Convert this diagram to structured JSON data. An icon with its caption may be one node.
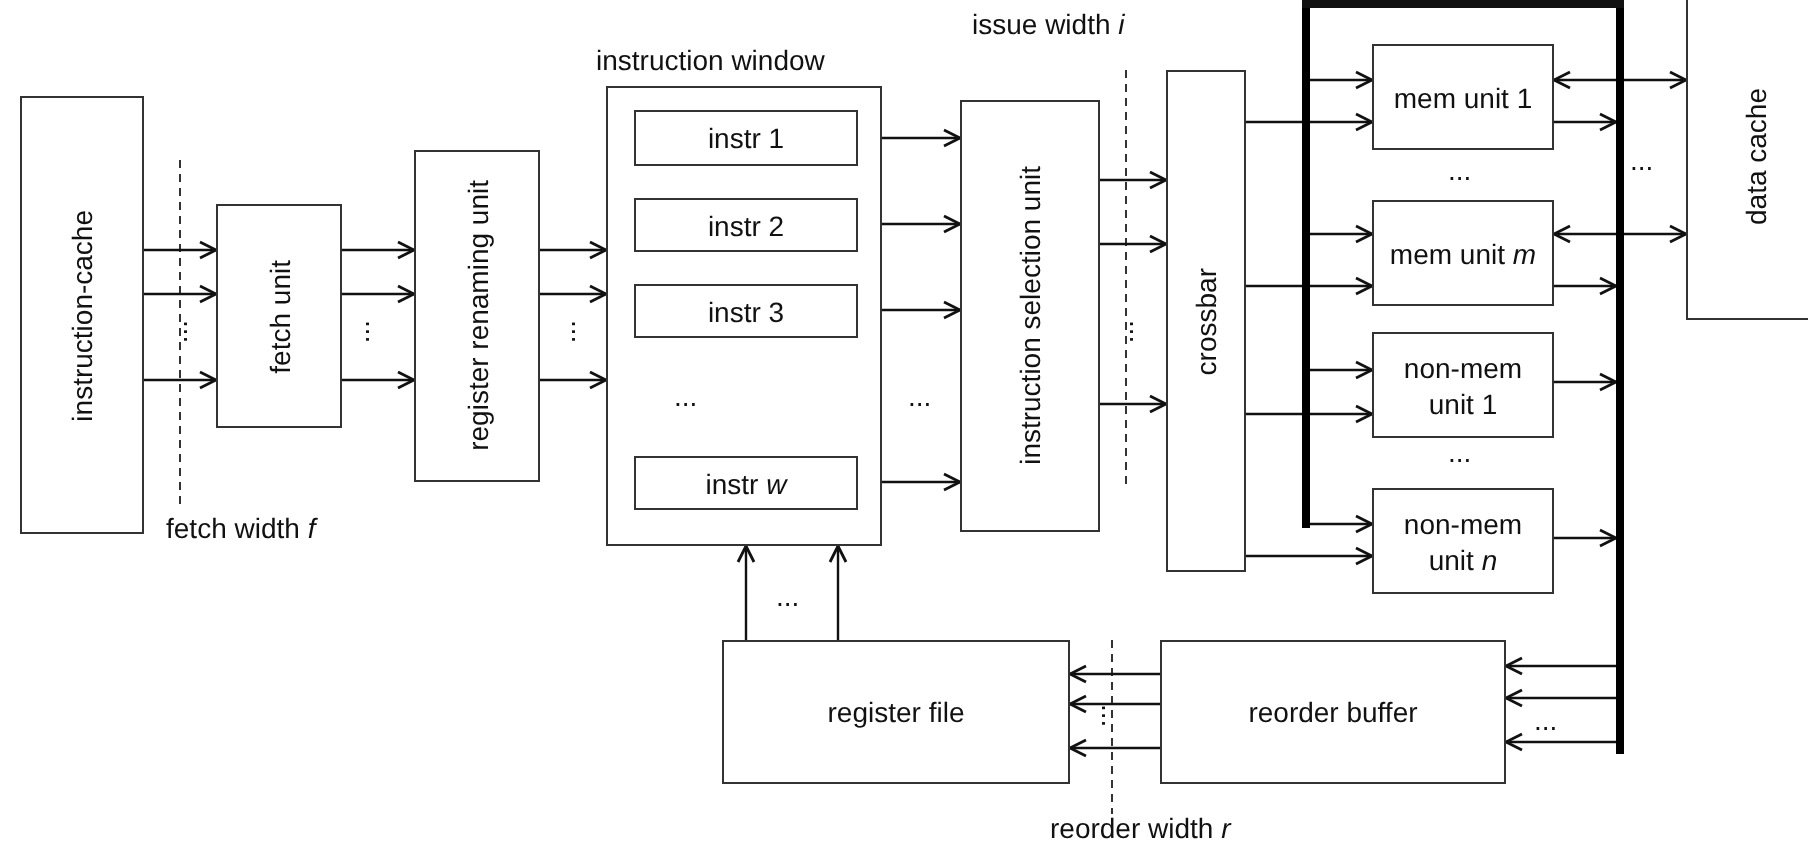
{
  "diagram": {
    "nodes": [
      {
        "text": [
          "instruction-cache"
        ]
      },
      {
        "text": [
          "fetch unit"
        ]
      },
      {
        "text": [
          "register renaming unit"
        ]
      },
      {
        "text": [
          "instruction window"
        ]
      },
      {
        "text": [
          "instr 1"
        ],
        "in": 3
      },
      {
        "text": [
          "instr 2"
        ],
        "in": 3
      },
      {
        "text": [
          "instr 3"
        ],
        "in": 3
      },
      {
        "text": [
          "instr *w*"
        ],
        "in": 3
      },
      {
        "text": [
          "instruction selection unit"
        ]
      },
      {
        "text": [
          "crossbar"
        ]
      },
      {
        "text": [],
        "shape": "bar"
      },
      {
        "text": [
          "mem unit 1"
        ]
      },
      {
        "text": [
          "mem unit *m*"
        ]
      },
      {
        "text": [
          "non-mem unit 1"
        ]
      },
      {
        "text": [
          "non-mem unit *n*"
        ]
      },
      {
        "text": [],
        "shape": "bar"
      },
      {
        "text": [
          "data cache"
        ]
      },
      {
        "text": [
          "register file"
        ]
      },
      {
        "text": [
          "reorder buffer"
        ]
      }
    ],
    "edges": [
      {
        "from": 0,
        "to": 1,
        "arrow": "to"
      },
      {
        "from": 0,
        "to": 1,
        "arrow": "to"
      },
      {
        "from": 0,
        "to": 1,
        "arrow": "to"
      },
      {
        "from": 1,
        "to": 2,
        "arrow": "to"
      },
      {
        "from": 1,
        "to": 2,
        "arrow": "to"
      },
      {
        "from": 1,
        "to": 2,
        "arrow": "to"
      },
      {
        "from": 2,
        "to": 3,
        "arrow": "to"
      },
      {
        "from": 2,
        "to": 3,
        "arrow": "to"
      },
      {
        "from": 2,
        "to": 3,
        "arrow": "to"
      },
      {
        "from": 4,
        "to": 8,
        "arrow": "to"
      },
      {
        "from": 5,
        "to": 8,
        "arrow": "to"
      },
      {
        "from": 6,
        "to": 8,
        "arrow": "to"
      },
      {
        "from": 7,
        "to": 8,
        "arrow": "to"
      },
      {
        "from": 8,
        "to": 9,
        "arrow": "to"
      },
      {
        "from": 8,
        "to": 9,
        "arrow": "to"
      },
      {
        "from": 8,
        "to": 9,
        "arrow": "to"
      },
      {
        "from": 10,
        "to": 11,
        "arrow": "to"
      },
      {
        "from": 10,
        "to": 12,
        "arrow": "to"
      },
      {
        "from": 10,
        "to": 13,
        "arrow": "to"
      },
      {
        "from": 10,
        "to": 14,
        "arrow": "to"
      },
      {
        "from": 9,
        "to": 11,
        "arrow": "to"
      },
      {
        "from": 9,
        "to": 12,
        "arrow": "to"
      },
      {
        "from": 9,
        "to": 13,
        "arrow": "to"
      },
      {
        "from": 9,
        "to": 14,
        "arrow": "to"
      },
      {
        "from": 11,
        "to": 15,
        "arrow": "to"
      },
      {
        "from": 12,
        "to": 15,
        "arrow": "to"
      },
      {
        "from": 13,
        "to": 15,
        "arrow": "to"
      },
      {
        "from": 14,
        "to": 15,
        "arrow": "to"
      },
      {
        "from": 11,
        "to": 16,
        "arrow": "both"
      },
      {
        "from": 12,
        "to": 16,
        "arrow": "both"
      },
      {
        "from": 15,
        "to": 18,
        "arrow": "to"
      },
      {
        "from": 15,
        "to": 18,
        "arrow": "to"
      },
      {
        "from": 15,
        "to": 18,
        "arrow": "to"
      },
      {
        "from": 18,
        "to": 17,
        "arrow": "to"
      },
      {
        "from": 18,
        "to": 17,
        "arrow": "to"
      },
      {
        "from": 18,
        "to": 17,
        "arrow": "to"
      },
      {
        "from": 17,
        "to": 3,
        "arrow": "to"
      },
      {
        "from": 17,
        "to": 3,
        "arrow": "to"
      },
      {
        "from": 15,
        "to": 10,
        "arrow": "none",
        "style": "thick"
      }
    ],
    "labels": [
      "issue width *i*",
      "...",
      "...",
      "...",
      "...",
      "...",
      "...",
      "...",
      "...",
      "...",
      "fetch width *f*",
      "...",
      "...",
      "...",
      "reorder width *r*"
    ]
  }
}
